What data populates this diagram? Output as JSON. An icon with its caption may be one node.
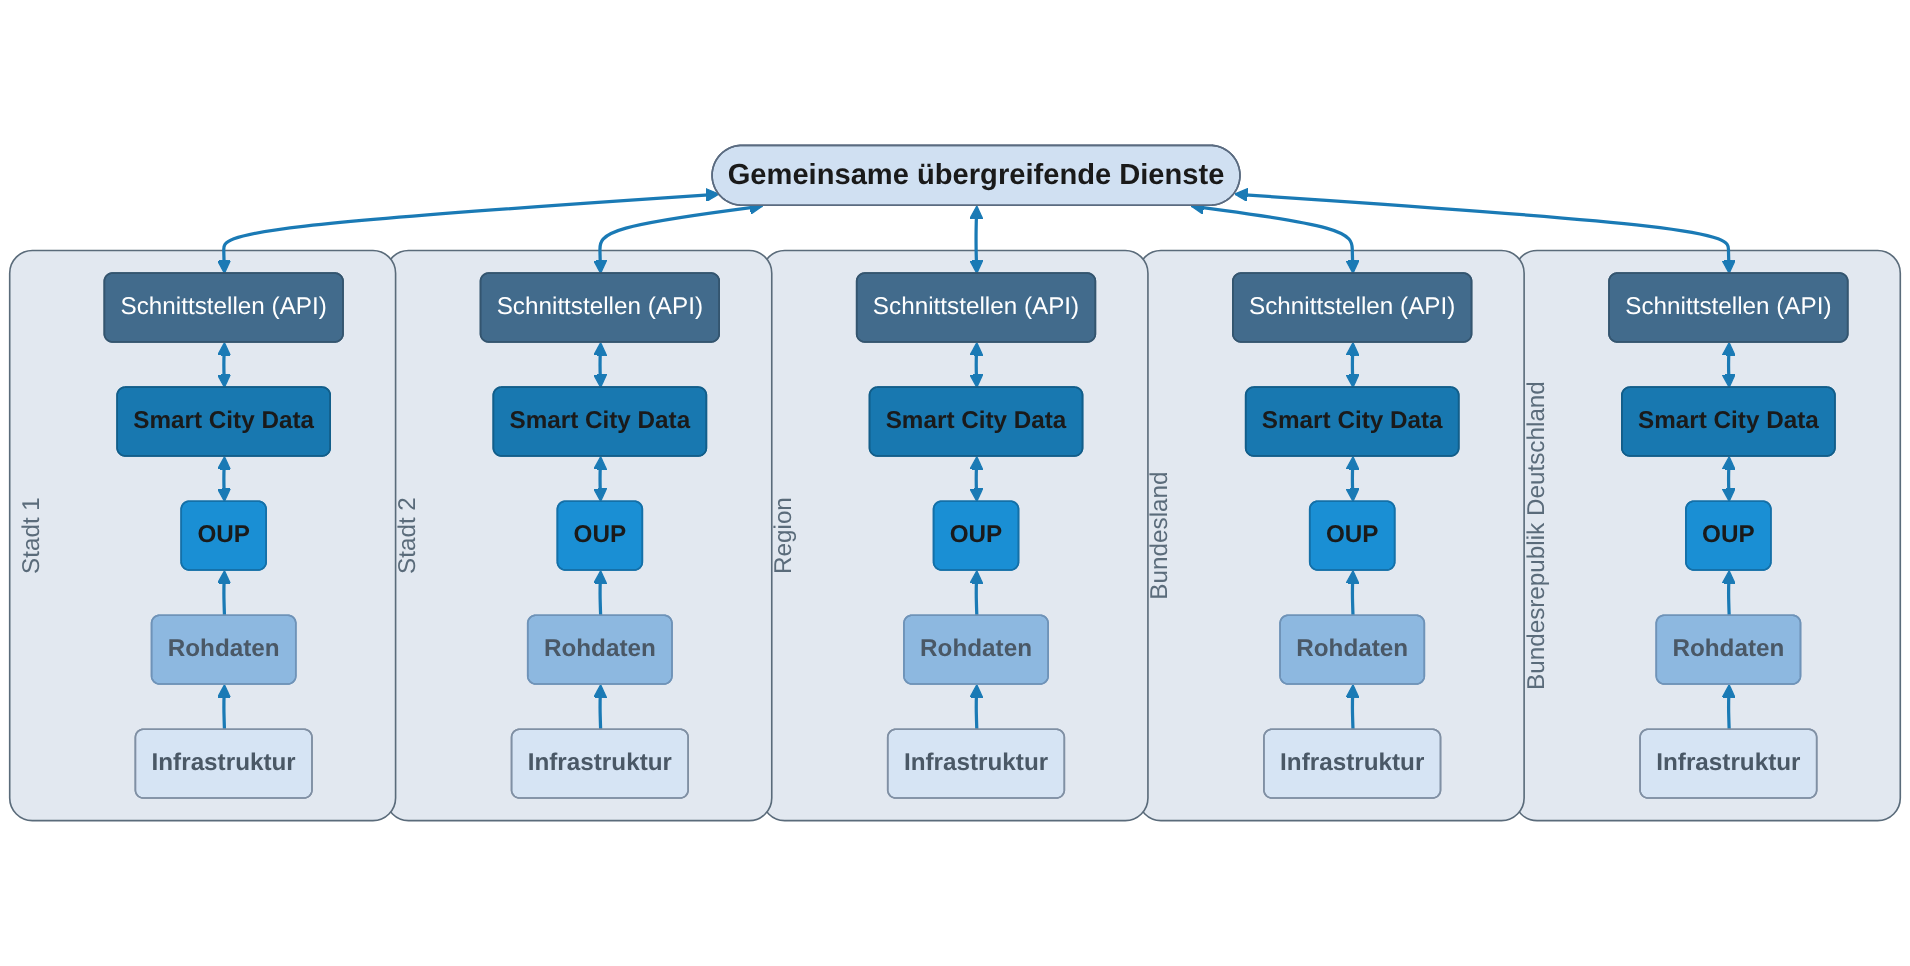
{
  "diagram": {
    "nodes": [
      {
        "text": [
          "Gemeinsame übergreifende Dienste"
        ]
      },
      {
        "text": [
          "Stadt 1"
        ]
      },
      {
        "text": [
          "Schnittstellen (API)"
        ],
        "in": 1
      },
      {
        "text": [
          "Smart City Data"
        ],
        "in": 1
      },
      {
        "text": [
          "OUP"
        ],
        "in": 1
      },
      {
        "text": [
          "Rohdaten"
        ],
        "in": 1
      },
      {
        "text": [
          "Infrastruktur"
        ],
        "in": 1
      },
      {
        "text": [
          "Stadt 2"
        ]
      },
      {
        "text": [
          "Schnittstellen (API)"
        ],
        "in": 7
      },
      {
        "text": [
          "Smart City Data"
        ],
        "in": 7
      },
      {
        "text": [
          "OUP"
        ],
        "in": 7
      },
      {
        "text": [
          "Rohdaten"
        ],
        "in": 7
      },
      {
        "text": [
          "Infrastruktur"
        ],
        "in": 7
      },
      {
        "text": [
          "Region"
        ]
      },
      {
        "text": [
          "Schnittstellen (API)"
        ],
        "in": 13
      },
      {
        "text": [
          "Smart City Data"
        ],
        "in": 13
      },
      {
        "text": [
          "OUP"
        ],
        "in": 13
      },
      {
        "text": [
          "Rohdaten"
        ],
        "in": 13
      },
      {
        "text": [
          "Infrastruktur"
        ],
        "in": 13
      },
      {
        "text": [
          "Bundesland"
        ]
      },
      {
        "text": [
          "Schnittstellen (API)"
        ],
        "in": 19
      },
      {
        "text": [
          "Smart City Data"
        ],
        "in": 19
      },
      {
        "text": [
          "OUP"
        ],
        "in": 19
      },
      {
        "text": [
          "Rohdaten"
        ],
        "in": 19
      },
      {
        "text": [
          "Infrastruktur"
        ],
        "in": 19
      },
      {
        "text": [
          "Bundesrepublik Deutschland"
        ]
      },
      {
        "text": [
          "Schnittstellen (API)"
        ],
        "in": 25
      },
      {
        "text": [
          "Smart City Data"
        ],
        "in": 25
      },
      {
        "text": [
          "OUP"
        ],
        "in": 25
      },
      {
        "text": [
          "Rohdaten"
        ],
        "in": 25
      },
      {
        "text": [
          "Infrastruktur"
        ],
        "in": 25
      }
    ],
    "edges": [
      {
        "from": 2,
        "to": 0,
        "arrow": "both"
      },
      {
        "from": 3,
        "to": 2,
        "arrow": "both"
      },
      {
        "from": 4,
        "to": 3,
        "arrow": "both"
      },
      {
        "from": 5,
        "to": 4,
        "arrow": "to"
      },
      {
        "from": 6,
        "to": 5,
        "arrow": "to"
      },
      {
        "from": 8,
        "to": 0,
        "arrow": "both"
      },
      {
        "from": 9,
        "to": 8,
        "arrow": "both"
      },
      {
        "from": 10,
        "to": 9,
        "arrow": "both"
      },
      {
        "from": 11,
        "to": 10,
        "arrow": "to"
      },
      {
        "from": 12,
        "to": 11,
        "arrow": "to"
      },
      {
        "from": 14,
        "to": 0,
        "arrow": "both"
      },
      {
        "from": 15,
        "to": 14,
        "arrow": "both"
      },
      {
        "from": 16,
        "to": 15,
        "arrow": "both"
      },
      {
        "from": 17,
        "to": 16,
        "arrow": "to"
      },
      {
        "from": 18,
        "to": 17,
        "arrow": "to"
      },
      {
        "from": 20,
        "to": 0,
        "arrow": "both"
      },
      {
        "from": 21,
        "to": 20,
        "arrow": "both"
      },
      {
        "from": 22,
        "to": 21,
        "arrow": "both"
      },
      {
        "from": 23,
        "to": 22,
        "arrow": "to"
      },
      {
        "from": 24,
        "to": 23,
        "arrow": "to"
      },
      {
        "from": 26,
        "to": 0,
        "arrow": "both"
      },
      {
        "from": 27,
        "to": 26,
        "arrow": "both"
      },
      {
        "from": 28,
        "to": 27,
        "arrow": "both"
      },
      {
        "from": 29,
        "to": 28,
        "arrow": "to"
      },
      {
        "from": 30,
        "to": 29,
        "arrow": "to"
      }
    ]
  }
}
